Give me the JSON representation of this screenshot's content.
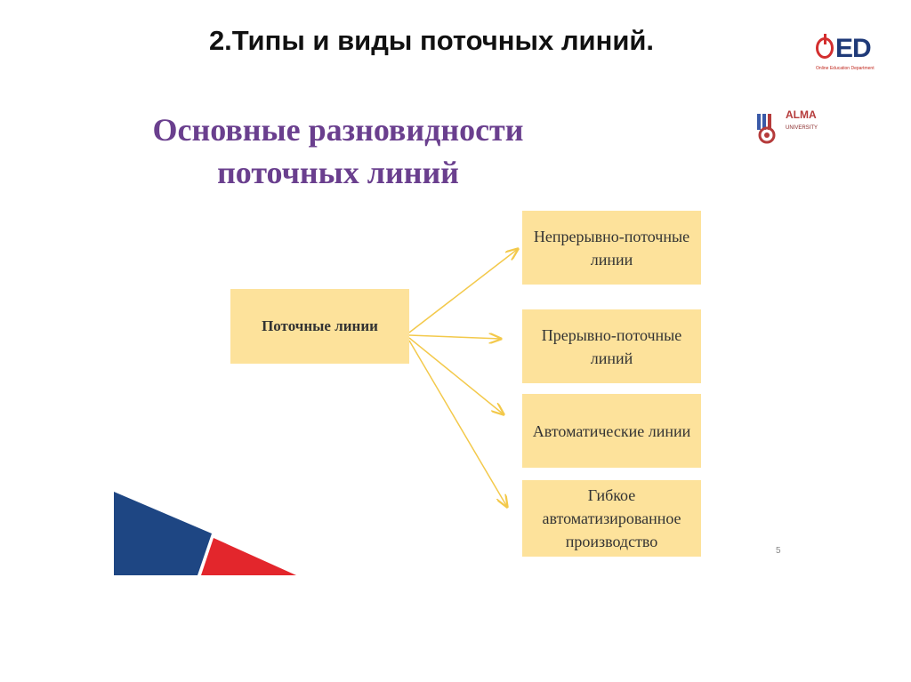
{
  "slide": {
    "title": "2.Типы и виды поточных линий."
  },
  "logos": {
    "oed_text": "ED",
    "oed_subtitle": "Online Education Department",
    "alma_name": "ALMA",
    "alma_univ": "UNIVERSITY"
  },
  "diagram": {
    "title_line1": "Основные разновидности",
    "title_line2": "поточных линий",
    "root": "Поточные линии",
    "children": [
      "Непрерывно-поточные линии",
      "Прерывно-поточные линий",
      "Автоматические линии",
      "Гибкое автоматизированное производство"
    ],
    "page_number": "5"
  },
  "colors": {
    "box_fill": "#fde29b",
    "arrow": "#f3c94b",
    "inner_title": "#6a3f8e",
    "flag_blue": "#1e4683",
    "flag_red": "#e3262c"
  }
}
